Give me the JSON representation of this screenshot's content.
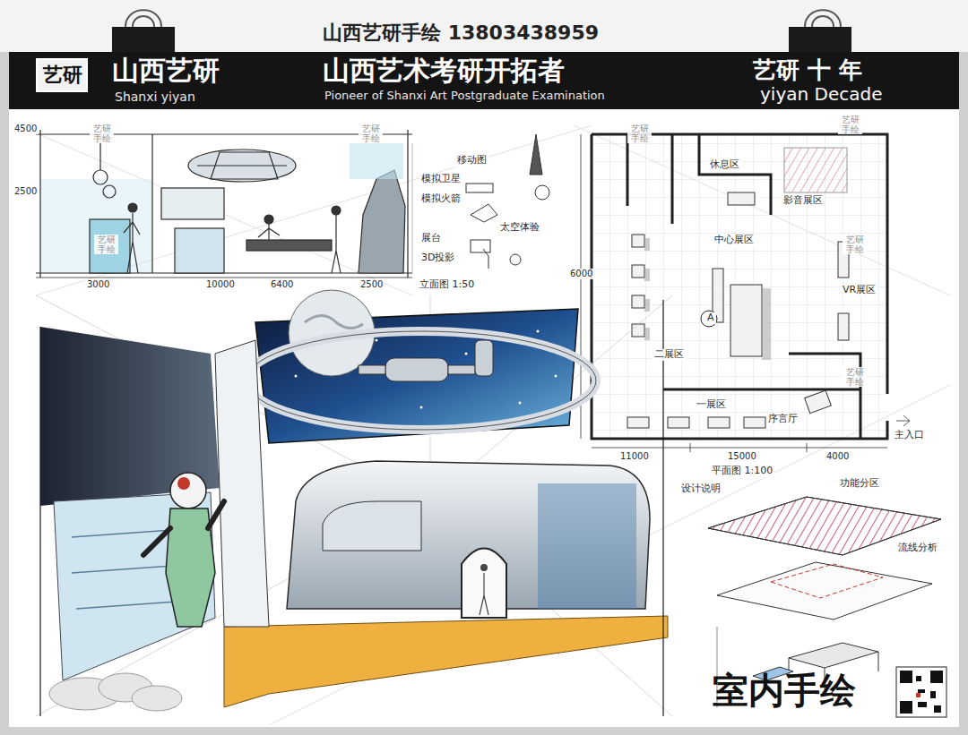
{
  "diagram": {
    "title": "山西艺研手绘 13803438959",
    "caption": "室内手绘",
    "nodes": [
      {
        "text": [
          "山西艺研",
          "Shanxi yiyan",
          "山西艺术考研开拓者",
          "Pioneer of Shanxi Art Postgraduate Examination",
          "艺研 十 年",
          "yiyan Decade"
        ]
      },
      {
        "text": [
          "艺研"
        ],
        "in": 0
      }
    ],
    "labels": [
      "艺研 手绘",
      "艺研 手绘",
      "艺研 手绘",
      "艺研 手绘",
      "艺研 手绘",
      "艺研 手绘",
      "艺研 手绘",
      "4500",
      "2500",
      "3000",
      "10000",
      "6400",
      "2500",
      "移动图",
      "模拟卫星",
      "模拟火箭",
      "展台",
      "3D投影",
      "太空体验",
      "立面图 1:50",
      "影音展区",
      "休息区",
      "6000",
      "中心展区",
      "A",
      "二展区",
      "VR展区",
      "一展区",
      "序言厅",
      "主入口",
      "11000",
      "15000",
      "4000",
      "平面图 1:100",
      "设计说明",
      "功能分区",
      "流线分析"
    ]
  }
}
